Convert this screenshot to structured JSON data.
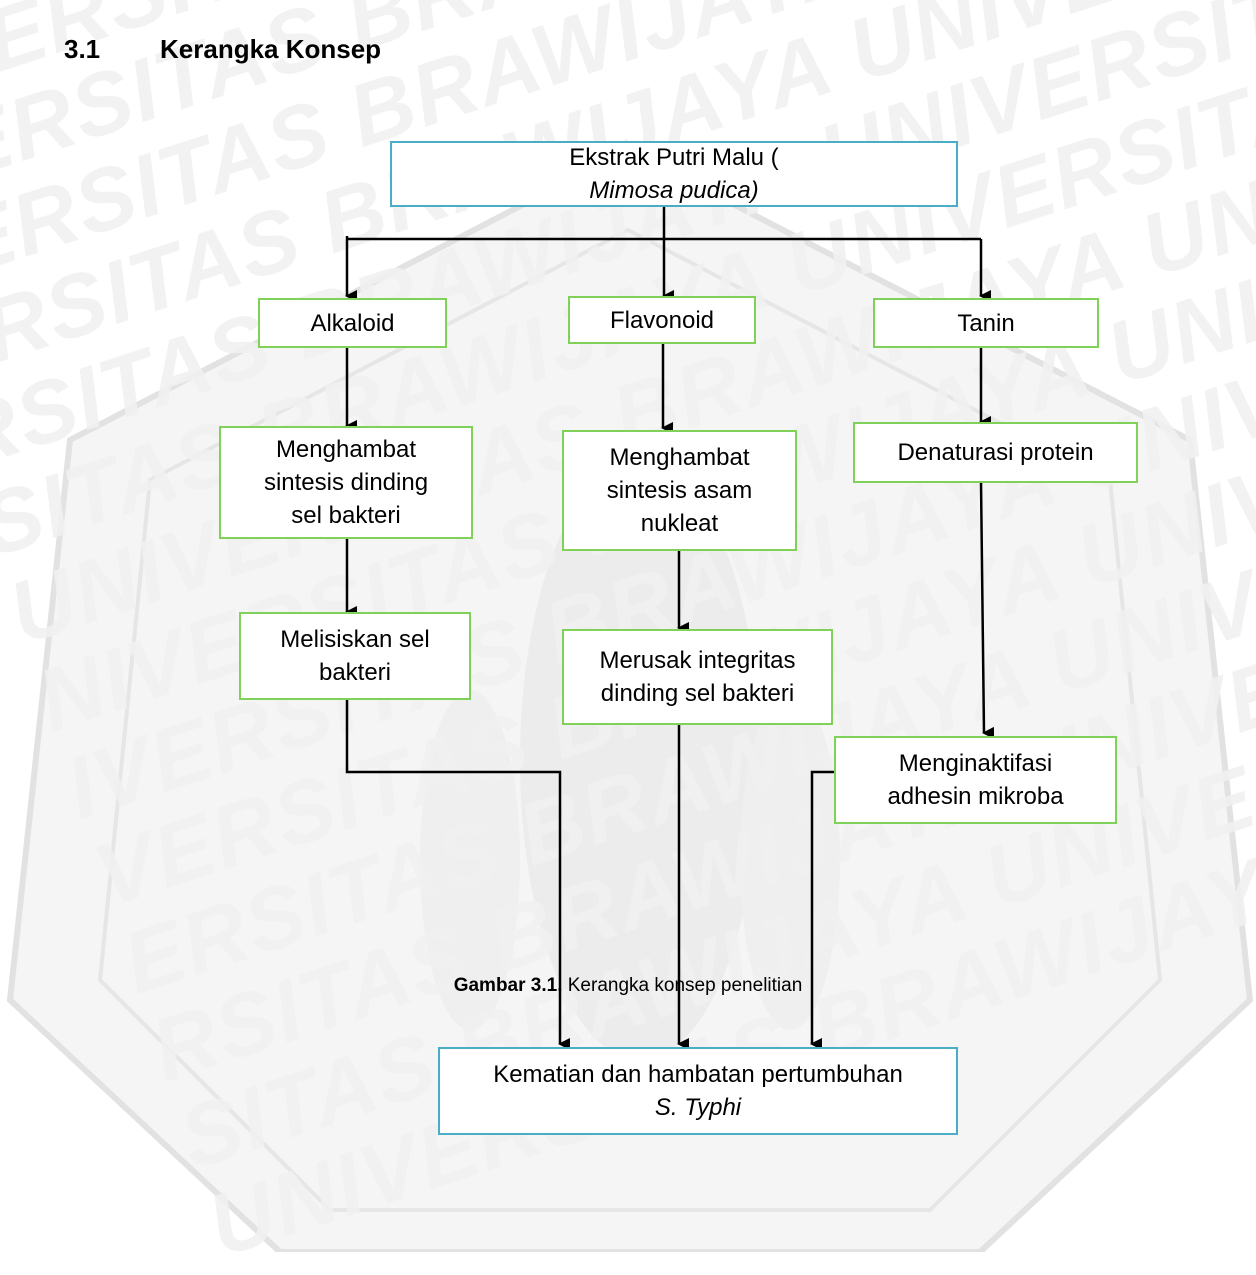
{
  "heading": {
    "number": "3.1",
    "title": "Kerangka Konsep"
  },
  "watermark": {
    "text": "UNIVERSITAS BRAWIJAYA",
    "logo_icon": "universitas-brawijaya-seal"
  },
  "nodes": {
    "root": {
      "text": "Ekstrak Putri Malu (",
      "italic": "Mimosa pudica)"
    },
    "alkaloid": "Alkaloid",
    "flavonoid": "Flavonoid",
    "tanin": "Tanin",
    "alk_effect1": [
      "Menghambat",
      "sintesis dinding",
      "sel bakteri"
    ],
    "fla_effect1": [
      "Menghambat",
      "sintesis asam",
      "nukleat"
    ],
    "tan_effect1": "Denaturasi protein",
    "alk_effect2": [
      "Melisiskan sel",
      "bakteri"
    ],
    "fla_effect2": [
      "Merusak integritas",
      "dinding sel bakteri"
    ],
    "tan_effect2": [
      "Menginaktifasi",
      "adhesin mikroba"
    ],
    "outcome": {
      "line1": "Kematian dan hambatan pertumbuhan",
      "line2": "S. Typhi"
    }
  },
  "caption": {
    "label": "Gambar 3.1.",
    "text": " Kerangka konsep penelitian"
  },
  "colors": {
    "blue_border": "#4bacc6",
    "green_border": "#7fd157",
    "line": "#000000"
  }
}
